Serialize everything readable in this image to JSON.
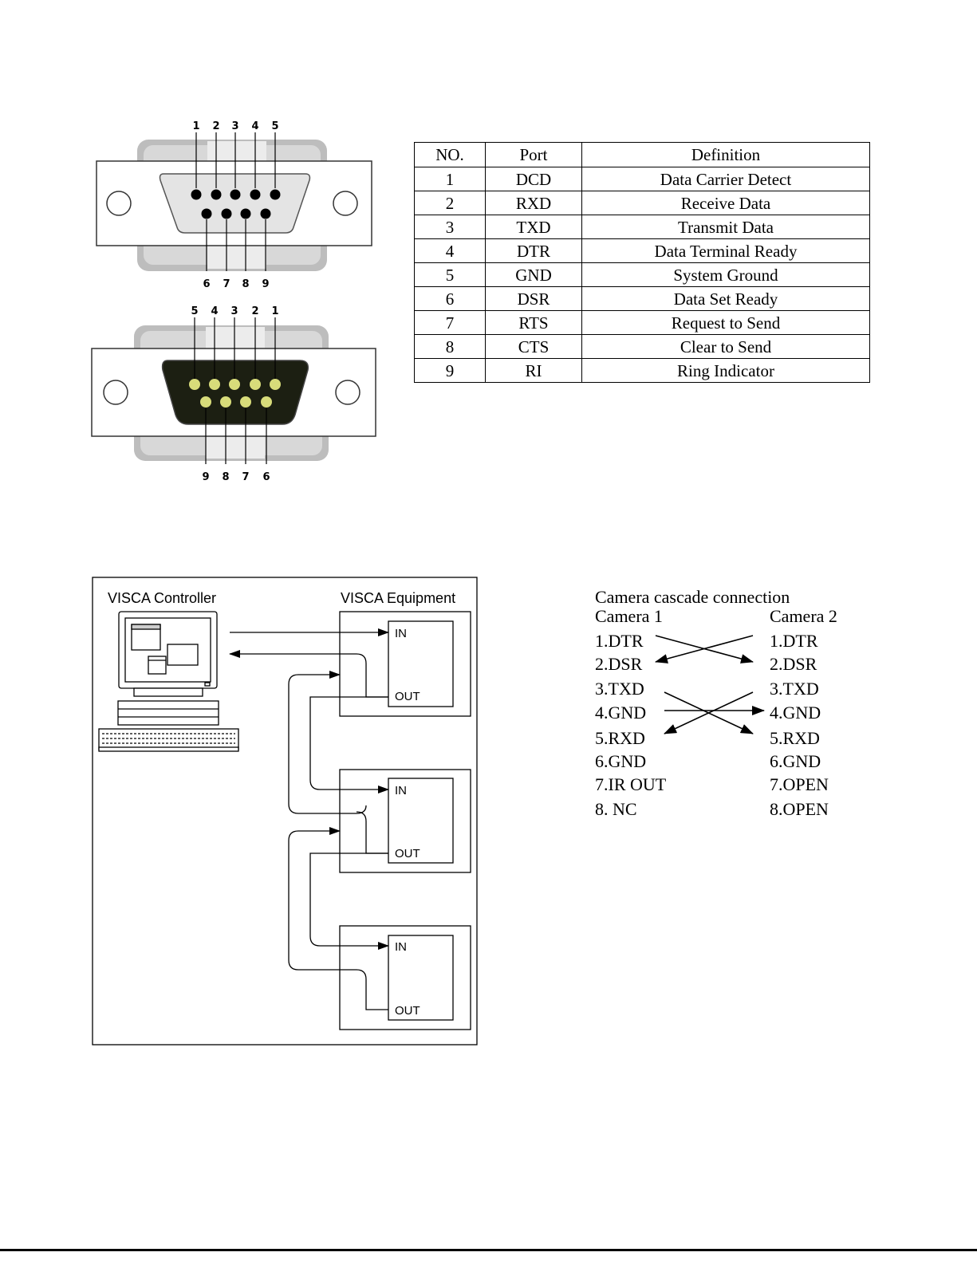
{
  "connector_top": {
    "pins_top_row": [
      "1",
      "2",
      "3",
      "4",
      "5"
    ],
    "pins_bottom_row": [
      "6",
      "7",
      "8",
      "9"
    ]
  },
  "connector_bottom": {
    "pins_top_row": [
      "5",
      "4",
      "3",
      "2",
      "1"
    ],
    "pins_bottom_row": [
      "9",
      "8",
      "7",
      "6"
    ]
  },
  "pin_table": {
    "headers": [
      "NO.",
      "Port",
      "Definition"
    ],
    "rows": [
      [
        "1",
        "DCD",
        "Data Carrier Detect"
      ],
      [
        "2",
        "RXD",
        "Receive Data"
      ],
      [
        "3",
        "TXD",
        "Transmit Data"
      ],
      [
        "4",
        "DTR",
        "Data Terminal Ready"
      ],
      [
        "5",
        "GND",
        "System Ground"
      ],
      [
        "6",
        "DSR",
        "Data Set Ready"
      ],
      [
        "7",
        "RTS",
        "Request to Send"
      ],
      [
        "8",
        "CTS",
        "Clear to Send"
      ],
      [
        "9",
        "RI",
        "Ring Indicator"
      ]
    ]
  },
  "visca": {
    "controller_label": "VISCA Controller",
    "equipment_label": "VISCA Equipment",
    "in_label": "IN",
    "out_label": "OUT"
  },
  "cascade": {
    "title": "Camera cascade connection",
    "camera1_label": "Camera 1",
    "camera2_label": "Camera 2",
    "camera1_pins": [
      "1.DTR",
      "2.DSR",
      "3.TXD",
      "4.GND",
      "5.RXD",
      "6.GND",
      "7.IR OUT",
      "8. NC"
    ],
    "camera2_pins": [
      "1.DTR",
      "2.DSR",
      "3.TXD",
      "4.GND",
      "5.RXD",
      "6.GND",
      "7.OPEN",
      "8.OPEN"
    ]
  },
  "colors": {
    "connector_shell": "#d8d8d8",
    "connector_shadow": "#bdbdbd",
    "male_face": "#1c1f12",
    "male_pin": "#d8dc7a"
  }
}
